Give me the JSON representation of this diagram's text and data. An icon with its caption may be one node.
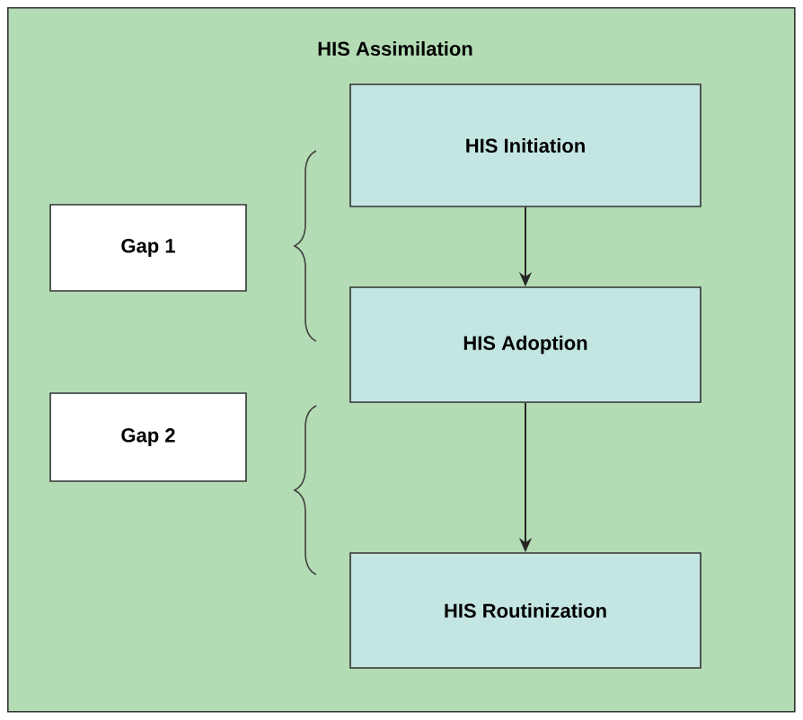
{
  "diagram": {
    "nodes": [
      {
        "text": [
          "HIS Assimilation"
        ]
      },
      {
        "text": [
          "HIS Initiation"
        ],
        "in": 0
      },
      {
        "text": [
          "Gap 1"
        ],
        "in": 0
      },
      {
        "text": [
          "HIS Adoption"
        ],
        "in": 0
      },
      {
        "text": [
          "Gap 2"
        ],
        "in": 0
      },
      {
        "text": [
          "HIS Routinization"
        ],
        "in": 0
      }
    ],
    "edges": [
      {
        "from": 1,
        "to": 3,
        "arrow": "to"
      },
      {
        "from": 3,
        "to": 5,
        "arrow": "to"
      }
    ]
  }
}
